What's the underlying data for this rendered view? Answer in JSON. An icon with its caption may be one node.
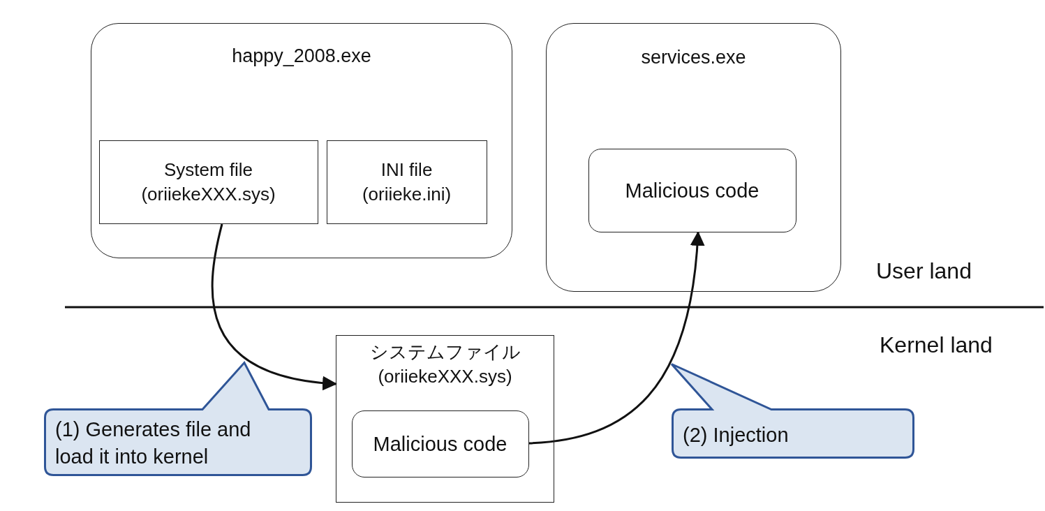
{
  "diagram": {
    "nodes": [
      {
        "text": [
          "happy_2008.exe"
        ]
      },
      {
        "text": [
          "System file (oriiekeXXX.sys)"
        ],
        "in": 0
      },
      {
        "text": [
          "INI file (oriieke.ini)"
        ],
        "in": 0
      },
      {
        "text": [
          "services.exe"
        ]
      },
      {
        "text": [
          "Malicious code"
        ],
        "in": 3
      },
      {
        "text": [
          "システムファイル (oriiekeXXX.sys)"
        ]
      },
      {
        "text": [
          "Malicious code"
        ],
        "in": 5
      },
      {
        "text": [
          "(1) Generates file and load it into kernel"
        ]
      },
      {
        "text": [
          "(2) Injection"
        ]
      }
    ],
    "edges": [
      {
        "from": 1,
        "to": 5,
        "arrow": "to"
      },
      {
        "from": 6,
        "to": 4,
        "arrow": "to"
      }
    ],
    "labels": [
      "User land",
      "Kernel land"
    ]
  }
}
